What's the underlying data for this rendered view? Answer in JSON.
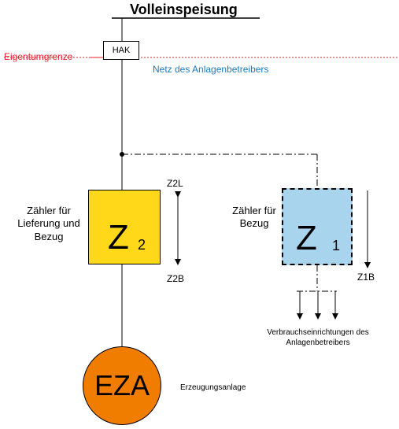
{
  "title": "Volleinspeisung",
  "boundary_label": "Eigentumgrenze",
  "network_label": "Netz des Anlagenbetreibers",
  "hak_label": "HAK",
  "meter2": {
    "description": "Zähler für Lieferung und Bezug",
    "symbol": "Z",
    "number": "2",
    "top_label": "Z2L",
    "bottom_label": "Z2B"
  },
  "meter1": {
    "description": "Zähler für Bezug",
    "symbol": "Z",
    "number": "1",
    "bottom_label": "Z1B"
  },
  "consumers_label": "Verbrauchseinrichtungen des Anlagenbetreibers",
  "eza_label": "EZA",
  "generation_label": "Erzeugungsanlage",
  "colors": {
    "boundary": "#e8202a",
    "network_text": "#1a7bc0",
    "meter2_fill": "#ffd81a",
    "meter1_fill": "#a9d4ee",
    "eza_fill": "#f07d00"
  }
}
